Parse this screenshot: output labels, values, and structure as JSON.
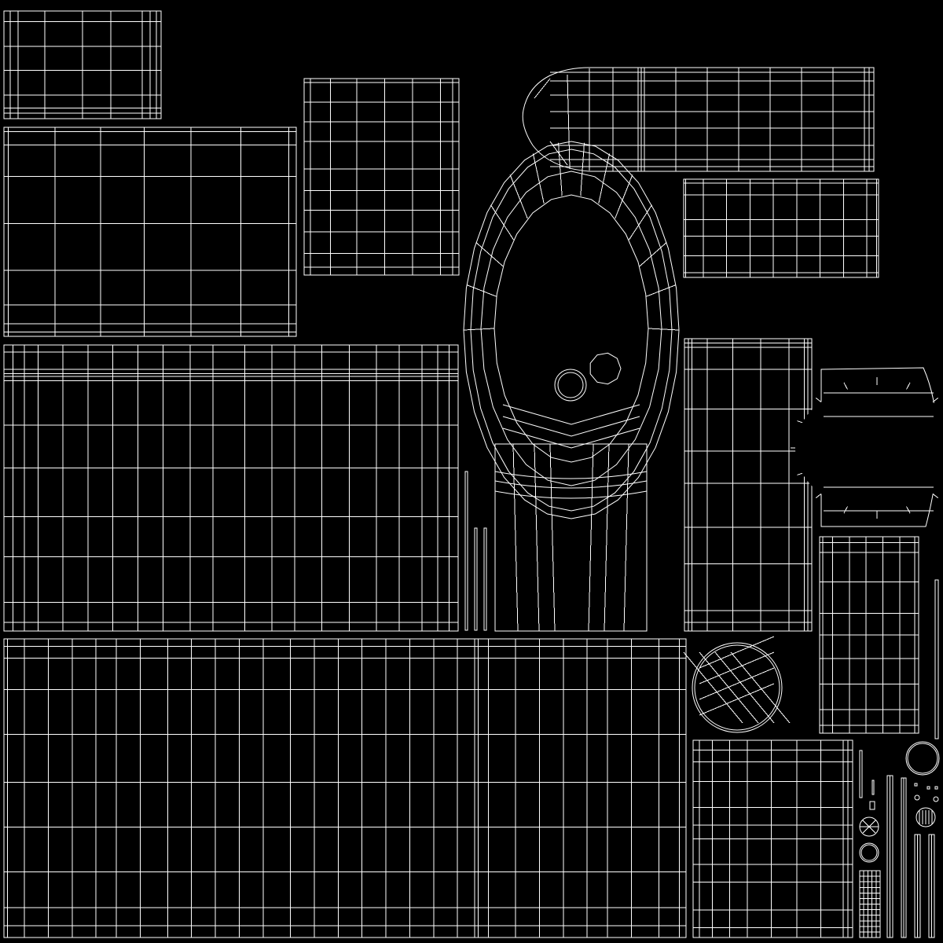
{
  "title": "",
  "colors": {
    "background": "#000000",
    "wire": "#ffffff"
  },
  "islands": [
    {
      "id": "grid-top-left-small",
      "kind": "grid"
    },
    {
      "id": "grid-upper-left-large",
      "kind": "grid"
    },
    {
      "id": "grid-upper-center",
      "kind": "grid"
    },
    {
      "id": "grid-capsule-top-right",
      "kind": "capsule"
    },
    {
      "id": "grid-right-upper",
      "kind": "grid"
    },
    {
      "id": "grid-middle-left-wide",
      "kind": "grid"
    },
    {
      "id": "toilet-bowl-shell",
      "kind": "bowl"
    },
    {
      "id": "grid-right-column",
      "kind": "grid"
    },
    {
      "id": "seat-flange-patch",
      "kind": "radial"
    },
    {
      "id": "grid-right-lower",
      "kind": "grid"
    },
    {
      "id": "grid-bottom-wide",
      "kind": "grid"
    },
    {
      "id": "sphere-cap",
      "kind": "circle"
    },
    {
      "id": "grid-bottom-right",
      "kind": "grid"
    },
    {
      "id": "small-parts-cluster",
      "kind": "misc"
    }
  ]
}
